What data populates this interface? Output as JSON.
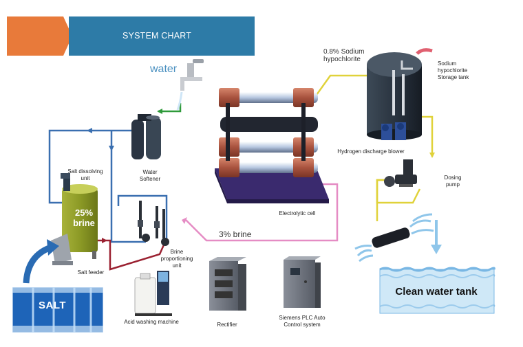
{
  "header": {
    "title": "SYSTEM CHART"
  },
  "labels": {
    "water": "water",
    "salt_dissolving_unit": "Salt dissolving unit",
    "water_softener": "Water Softener",
    "brine_25": "25% brine",
    "salt_feeder": "Salt feeder",
    "salt_bag": "SALT",
    "brine_proportioning_unit": "Brine proportioning unit",
    "acid_washing_machine": "Acid washing machine",
    "rectifier": "Rectifier",
    "plc_control": "Siemens PLC Auto Control system",
    "brine_3": "3% brine",
    "electrolytic_cell": "Electrolytic cell",
    "hypochlorite_conc": "0.8% Sodium hypochlorite",
    "storage_tank": "Sodium hypochlorite Storage tank",
    "hydrogen_blower": "Hydrogen discharge blower",
    "dosing_pump": "Dosing pump",
    "clean_water_tank": "Clean water tank"
  },
  "colors": {
    "banner_orange": "#e87a3a",
    "banner_blue": "#2d7ba7",
    "water_line": "#3a6fb0",
    "water_line_green": "#2f9a3a",
    "brine_line": "#e58cc4",
    "dark_red_line": "#9a2030",
    "hypochlorite_line": "#e0d23a",
    "tank_dark": "#1f2a36",
    "clean_water": "#8fc6ea"
  }
}
